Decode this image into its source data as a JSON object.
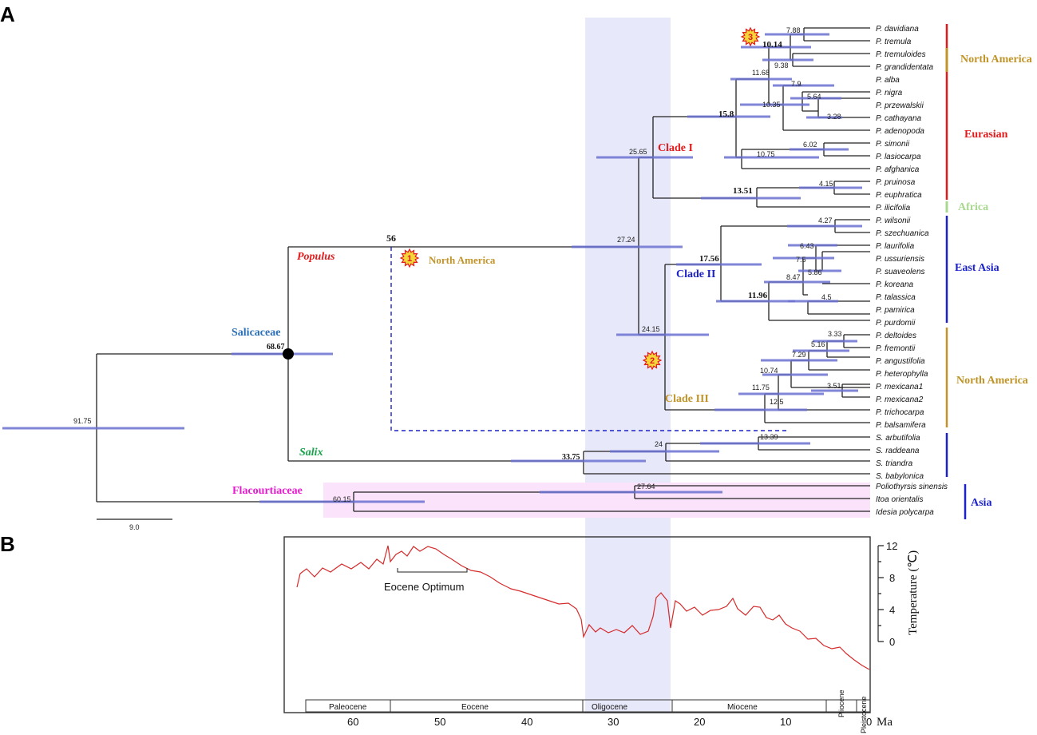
{
  "panels": {
    "a": "A",
    "b": "B"
  },
  "colors": {
    "red": "#e31a1c",
    "northAmerica": "#c09428",
    "eastAsia": "#1c22c8",
    "africa": "#a8d98f",
    "salicaceae": "#2b6fb8",
    "salix": "#17a34a",
    "flacourtiaceae": "#e81ad0",
    "hpd": "#6b72d1",
    "oligoceneBand": "#e4e6fa",
    "flacourtBand": "#fbe3fb",
    "curve": "#d62b2b"
  },
  "taxa": [
    "P. davidiana",
    "P. tremula",
    "P. tremuloides",
    "P. grandidentata",
    "P. alba",
    "P. nigra",
    "P. przewalskii",
    "P. cathayana",
    "P. adenopoda",
    "P. simonii",
    "P. lasiocarpa",
    "P. afghanica",
    "P. pruinosa",
    "P. euphratica",
    "P. ilicifolia",
    "P. wilsonii",
    "P. szechuanica",
    "P. laurifolia",
    "P. ussuriensis",
    "P. suaveolens",
    "P. koreana",
    "P. talassica",
    "P. pamirica",
    "P. purdomii",
    "P. deltoides",
    "P. fremontii",
    "P. angustifolia",
    "P. heterophylla",
    "P. mexicana1",
    "P. mexicana2",
    "P. trichocarpa",
    "P. balsamifera",
    "S. arbutifolia",
    "S. raddeana",
    "S. triandra",
    "S. babylonica",
    "Poliothyrsis sinensis",
    "Itoa orientalis",
    "Idesia polycarpa"
  ],
  "node_ages": {
    "root": "91.75",
    "salicaceae": "68.67",
    "populus": "27.24",
    "clade_i": "25.65",
    "n15_8": "15.8",
    "n11_68": "11.68",
    "n10_14": "10.14",
    "n7_88": "7.88",
    "n9_38": "9.38",
    "n10_35": "10.35",
    "n7_9": "7.9",
    "n5_64": "5.64",
    "n3_28": "3.28",
    "n10_75": "10.75",
    "n6_02": "6.02",
    "n13_51": "13.51",
    "n4_15": "4.15",
    "clade_ii_iii": "24.15",
    "clade_ii": "17.56",
    "n4_27": "4.27",
    "n11_96": "11.96",
    "n8_47": "8.47",
    "n7_5": "7.5",
    "n6_43": "6.43",
    "n5_86": "5.86",
    "n4_5": "4.5",
    "n12_5": "12.5",
    "n11_75": "11.75",
    "n10_74": "10.74",
    "n7_29": "7.29",
    "n5_16": "5.16",
    "n3_33": "3.33",
    "n3_51": "3.51",
    "salix": "33.75",
    "n24": "24",
    "n13_39": "13.39",
    "flacourt": "60.15",
    "n27_64": "27.64",
    "fossil": "56"
  },
  "labels": {
    "populus": "Populus",
    "salicaceae": "Salicaceae",
    "salix": "Salix",
    "flacourtiaceae": "Flacourtiaceae",
    "clade_i": "Clade I",
    "clade_ii": "Clade II",
    "clade_iii": "Clade III",
    "fossil_region": "North America",
    "scale": "9.0"
  },
  "markers": [
    "1",
    "2",
    "3"
  ],
  "regions": {
    "north_america_top": "North America",
    "eurasian": "Eurasian",
    "africa": "Africa",
    "east_asia": "East Asia",
    "north_america_bottom": "North America",
    "asia": "Asia"
  },
  "panel_b": {
    "annotation": "Eocene Optimum",
    "epochs": [
      "Paleocene",
      "Eocene",
      "Oligocene",
      "Miocene",
      "Pliocene",
      "Pleistocene"
    ],
    "x_ticks": [
      "60",
      "50",
      "40",
      "30",
      "20",
      "10",
      "0"
    ],
    "x_unit": "Ma",
    "y_ticks": [
      "12",
      "8",
      "4",
      "0"
    ],
    "ylabel": "Temperature (℃)"
  }
}
